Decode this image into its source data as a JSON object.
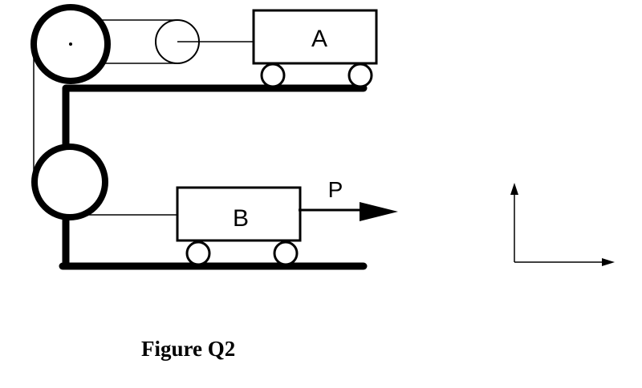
{
  "diagram": {
    "cart_a_label": "A",
    "cart_b_label": "B",
    "force_label": "P",
    "caption": "Figure Q2"
  },
  "colors": {
    "ink": "#000000",
    "background": "#ffffff"
  }
}
